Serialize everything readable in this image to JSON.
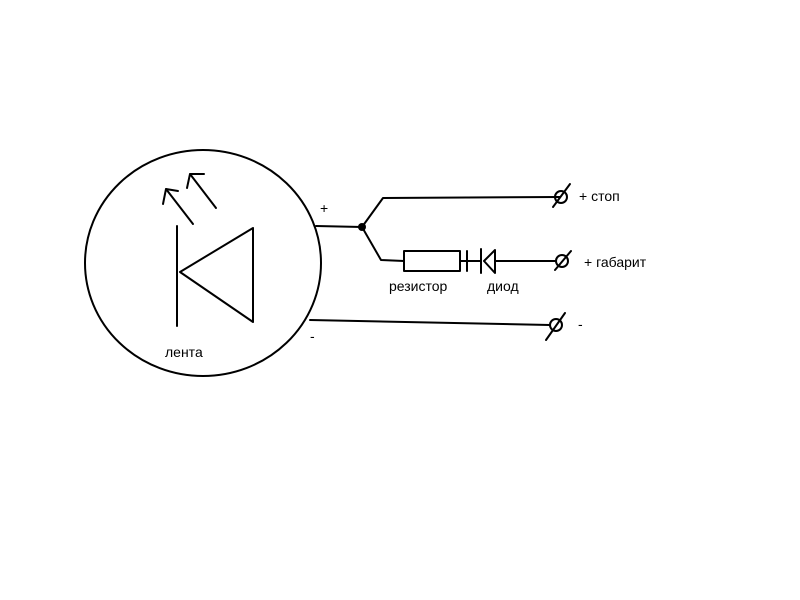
{
  "diagram": {
    "led_strip_label": "лента",
    "plus_sign": "+",
    "minus_sign": "-",
    "resistor_label": "резистор",
    "diode_label": "диод",
    "terminals": {
      "stop": "+ стоп",
      "parking": "+ габарит",
      "ground": "-"
    }
  }
}
